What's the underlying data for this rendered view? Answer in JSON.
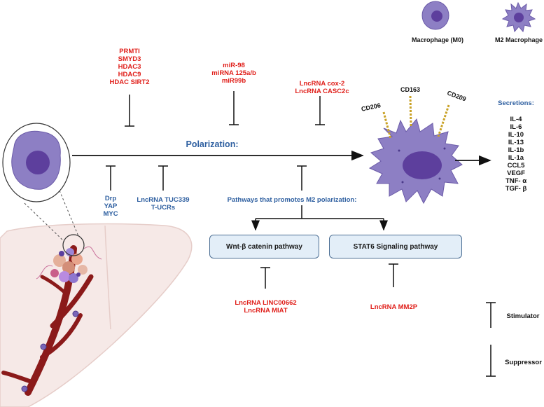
{
  "legend": {
    "macrophage_m0": "Macrophage (M0)",
    "m2_macrophage": "M2 Macrophage",
    "stimulator": "Stimulator",
    "suppressor": "Suppressor"
  },
  "polarization_label": "Polarization:",
  "suppressors": {
    "epigenetic": [
      "PRMTI",
      "SMYD3",
      "HDAC3",
      "HDAC9",
      "HDAC SIRT2"
    ],
    "mirna": [
      "miR-98",
      "miRNA 125a/b",
      "miR99b"
    ],
    "lncrna": [
      "LncRNA cox-2",
      "LncRNA CASC2c"
    ]
  },
  "stimulators": {
    "drp_group": [
      "Drp",
      "YAP",
      "MYC"
    ],
    "lncrna_group": [
      "LncRNA TUC339",
      "T-UCRs"
    ]
  },
  "markers": [
    "CD206",
    "CD163",
    "CD209"
  ],
  "secretions": {
    "title": "Secretions:",
    "items": [
      "IL-4",
      "IL-6",
      "IL-10",
      "IL-13",
      "IL-1b",
      "IL-1a",
      "CCL5",
      "VEGF",
      "TNF- α",
      "TGF- β"
    ]
  },
  "pathways": {
    "title": "Pathways that promotes M2 polarization:",
    "wnt": "Wnt-β catenin pathway",
    "stat6": "STAT6 Signaling pathway",
    "wnt_regulators": [
      "LncRNA LINC00662",
      "LncRNA MIAT"
    ],
    "stat6_regulators": [
      "LncRNA MM2P"
    ]
  },
  "colors": {
    "suppressor_text": "#e0201b",
    "stimulator_text": "#2e5fa0",
    "macrophage_fill": "#8d7fc4",
    "box_fill": "#e3eef8",
    "liver_fill": "#f6e9e7",
    "vessel": "#8b1a1a"
  }
}
